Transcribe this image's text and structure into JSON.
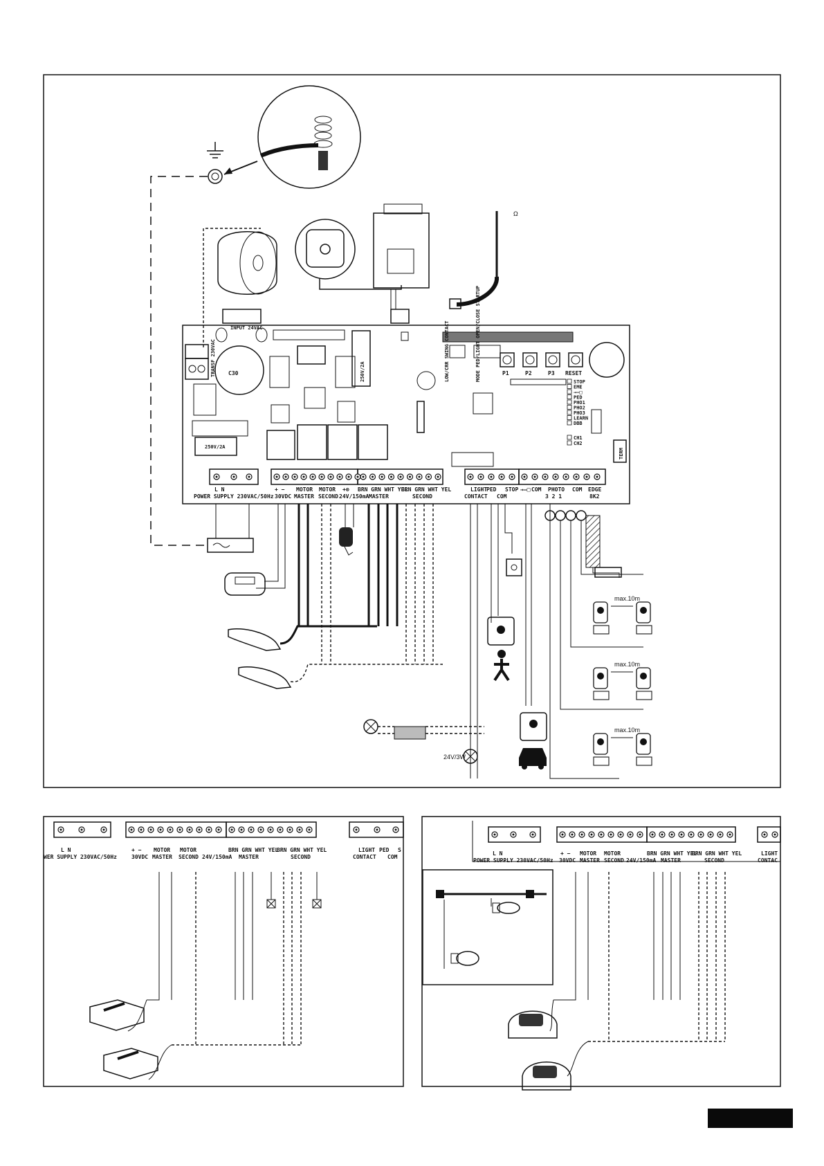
{
  "main_panel": {
    "board_labels": {
      "input": "INPUT 24VAC",
      "transf": "TRANSF 230VAC",
      "cap": "C30",
      "fuse_main": "250V/2A",
      "fuse_aux": "250V/2A",
      "dip_a": "LOW/CRR\nSWING\nCONTACT",
      "dip_b": "MODE\nPED/LIGHT\nOPEN/CLOSE\nSTARTUP",
      "p1": "P1",
      "p2": "P2",
      "p3": "P3",
      "reset": "RESET",
      "terminal": "TERM",
      "leds": [
        "STOP",
        "EME",
        "→—□",
        "PED",
        "PHO1",
        "PHO2",
        "PHO3",
        "LEARN",
        "DBB"
      ],
      "ch": [
        "CH1",
        "CH2"
      ],
      "antenna": "Ω"
    },
    "terminal_labels": {
      "power_ln": "L      N",
      "power": "POWER SUPPLY 230VAC/50Hz",
      "pm": "+  −",
      "v30": "30VDC",
      "motor1": "MOTOR",
      "master": "MASTER",
      "motor2": "MOTOR",
      "second": "SECOND",
      "lamp": "+⊗",
      "lamp_rating": "24V/150mA",
      "colors_master": "BRN GRN WHT YEL",
      "master2": "MASTER",
      "colors_second": "BRN GRN WHT YEL",
      "second2": "SECOND",
      "light": "LIGHT",
      "contact": "CONTACT",
      "ped": "PED",
      "stop": "STOP",
      "com1": "COM",
      "lock": "→—□",
      "com2": "COM",
      "photo": "PHOTO",
      "photo_nums": "3  2  1",
      "com3": "COM",
      "edge": "EDGE",
      "edge_val": "8K2"
    },
    "misc_labels": {
      "max_distance_1": "max.10m",
      "max_distance_2": "max.10m",
      "max_distance_3": "max.10m",
      "lamp_rating": "24V/3W"
    }
  },
  "bottom_left_panel": {
    "power": "WER SUPPLY 230VAC/50Hz",
    "ln": "L      N",
    "pm": "+  −",
    "v30": "30VDC",
    "motor1": "MOTOR",
    "master": "MASTER",
    "motor2": "MOTOR",
    "second": "SECOND",
    "lamp_rating": "24V/150mA",
    "colors_master": "BRN GRN WHT YEL",
    "master2": "MASTER",
    "colors_second": "BRN GRN WHT YEL",
    "second2": "SECOND",
    "light": "LIGHT",
    "contact": "CONTACT",
    "ped": "PED",
    "com": "COM",
    "s": "S"
  },
  "bottom_right_panel": {
    "ln": "L      N",
    "power": "POWER SUPPLY 230VAC/50Hz",
    "pm": "+  −",
    "v30": "30VDC",
    "motor1": "MOTOR",
    "master": "MASTER",
    "motor2": "MOTOR",
    "second": "SECOND",
    "lamp_rating": "24V/150mA",
    "colors_master": "BRN GRN WHT YEL",
    "master2": "MASTER",
    "colors_second": "BRN GRN WHT YEL",
    "second2": "SECOND",
    "light": "LIGHT",
    "contact": "CONTAC"
  }
}
